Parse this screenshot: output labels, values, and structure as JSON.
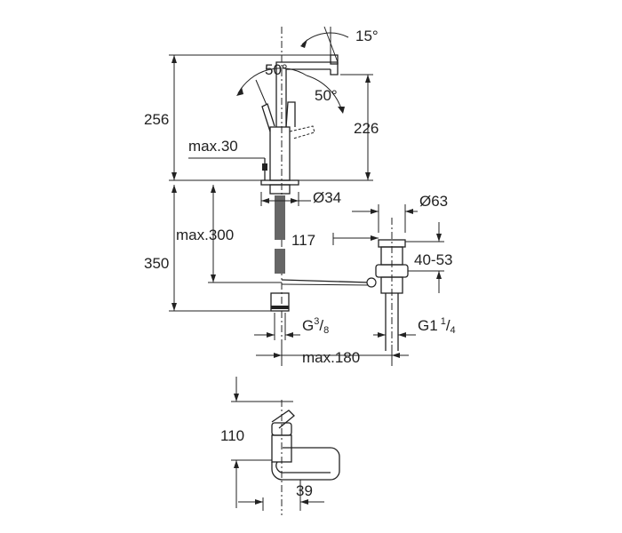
{
  "dimensions": {
    "tilt_spout": "15°",
    "lever_angle_left": "50°",
    "lever_angle_right": "50°",
    "height_total": "256",
    "height_spout": "226",
    "max_30": "max.30",
    "dia_34": "Ø34",
    "dia_63": "Ø63",
    "max_300": "max.300",
    "offset_117": "117",
    "height_350": "350",
    "range_40_53": "40-53",
    "thread_g38_main": "G",
    "thread_g38_num": "3",
    "thread_g38_den": "8",
    "thread_g114_main": "G1",
    "thread_g114_num": "1",
    "thread_g114_den": "4",
    "max_180": "max.180",
    "plan_110": "110",
    "plan_39": "39"
  }
}
